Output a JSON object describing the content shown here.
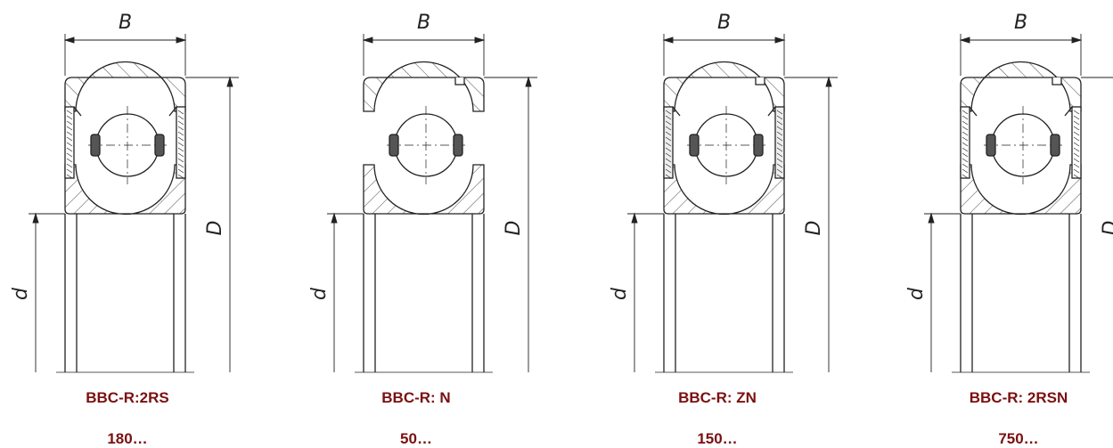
{
  "colors": {
    "line": "#222222",
    "caption": "#7a1010",
    "hatch": "#333333"
  },
  "dimension_labels": {
    "width": "B",
    "outer_diameter": "D",
    "bore": "d"
  },
  "bearings": [
    {
      "id": "2rs",
      "seal": "rubber",
      "groove": false,
      "code": "BBC-R:2RS",
      "count": "180…"
    },
    {
      "id": "n",
      "seal": "open",
      "groove": true,
      "code": "BBC-R: N",
      "count": "50…"
    },
    {
      "id": "zn",
      "seal": "shield",
      "groove": true,
      "code": "BBC-R: ZN",
      "count": "150…"
    },
    {
      "id": "2rsn",
      "seal": "rubber",
      "groove": true,
      "code": "BBC-R: 2RSN",
      "count": "750…"
    }
  ]
}
